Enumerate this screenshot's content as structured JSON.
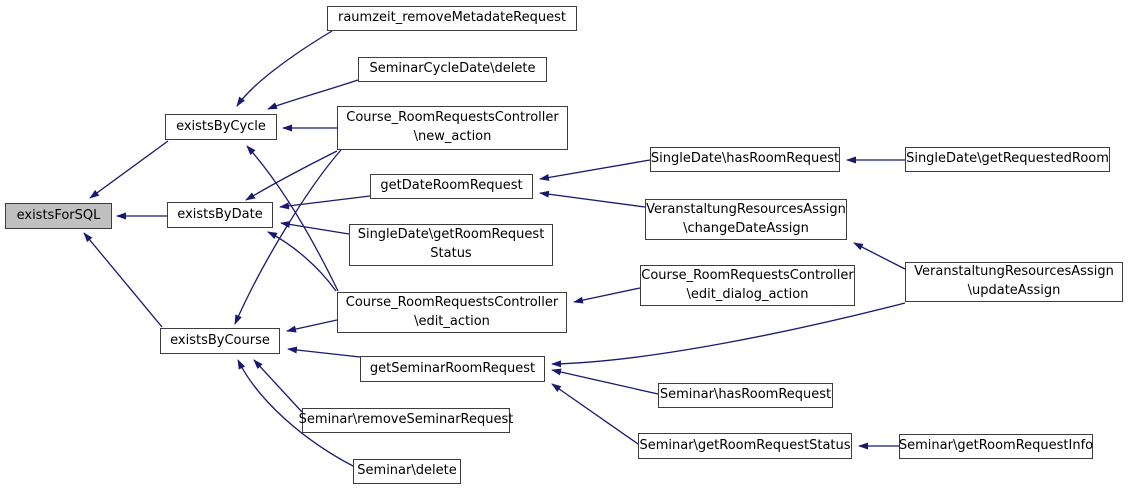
{
  "diagram": {
    "type": "caller-graph",
    "focus_node_id": "fsql",
    "colors": {
      "edge": "#191970",
      "node_border": "#3d3d3d",
      "node_fill": "#ffffff",
      "focus_node_fill": "#c0c0c0",
      "text": "#000000",
      "background": "#ffffff"
    },
    "nodes": [
      {
        "id": "fsql",
        "label": "existsForSQL"
      },
      {
        "id": "cyc",
        "label": "existsByCycle"
      },
      {
        "id": "dat",
        "label": "existsByDate"
      },
      {
        "id": "crs",
        "label": "existsByCourse"
      },
      {
        "id": "rmr",
        "label": "raumzeit_removeMetadateRequest"
      },
      {
        "id": "scd",
        "label": "SeminarCycleDate\\delete"
      },
      {
        "id": "na",
        "label": "Course_RoomRequestsController\n\\new_action"
      },
      {
        "id": "gdr",
        "label": "getDateRoomRequest"
      },
      {
        "id": "sgs",
        "label": "SingleDate\\getRoomRequest\nStatus"
      },
      {
        "id": "ea",
        "label": "Course_RoomRequestsController\n\\edit_action"
      },
      {
        "id": "gsr",
        "label": "getSeminarRoomRequest"
      },
      {
        "id": "srr",
        "label": "Seminar\\removeSeminarRequest"
      },
      {
        "id": "sdel",
        "label": "Seminar\\delete"
      },
      {
        "id": "shr",
        "label": "SingleDate\\hasRoomRequest"
      },
      {
        "id": "sgrr",
        "label": "SingleDate\\getRequestedRoom"
      },
      {
        "id": "cda",
        "label": "VeranstaltungResourcesAssign\n\\changeDateAssign"
      },
      {
        "id": "eda",
        "label": "Course_RoomRequestsController\n\\edit_dialog_action"
      },
      {
        "id": "ua",
        "label": "VeranstaltungResourcesAssign\n\\updateAssign"
      },
      {
        "id": "semhr",
        "label": "Seminar\\hasRoomRequest"
      },
      {
        "id": "semgrs",
        "label": "Seminar\\getRoomRequestStatus"
      },
      {
        "id": "semgri",
        "label": "Seminar\\getRoomRequestInfo"
      }
    ],
    "edges": [
      {
        "from": "cyc",
        "to": "fsql"
      },
      {
        "from": "dat",
        "to": "fsql"
      },
      {
        "from": "crs",
        "to": "fsql"
      },
      {
        "from": "rmr",
        "to": "cyc"
      },
      {
        "from": "scd",
        "to": "cyc"
      },
      {
        "from": "na",
        "to": "cyc"
      },
      {
        "from": "na",
        "to": "dat"
      },
      {
        "from": "na",
        "to": "crs"
      },
      {
        "from": "ea",
        "to": "cyc"
      },
      {
        "from": "ea",
        "to": "dat"
      },
      {
        "from": "ea",
        "to": "crs"
      },
      {
        "from": "gdr",
        "to": "dat"
      },
      {
        "from": "sgs",
        "to": "dat"
      },
      {
        "from": "gsr",
        "to": "crs"
      },
      {
        "from": "srr",
        "to": "crs"
      },
      {
        "from": "sdel",
        "to": "crs"
      },
      {
        "from": "shr",
        "to": "gdr"
      },
      {
        "from": "cda",
        "to": "gdr"
      },
      {
        "from": "sgrr",
        "to": "shr"
      },
      {
        "from": "ua",
        "to": "cda"
      },
      {
        "from": "eda",
        "to": "ea"
      },
      {
        "from": "semhr",
        "to": "gsr"
      },
      {
        "from": "semgrs",
        "to": "gsr"
      },
      {
        "from": "ua",
        "to": "gsr"
      },
      {
        "from": "semgri",
        "to": "semgrs"
      }
    ]
  }
}
